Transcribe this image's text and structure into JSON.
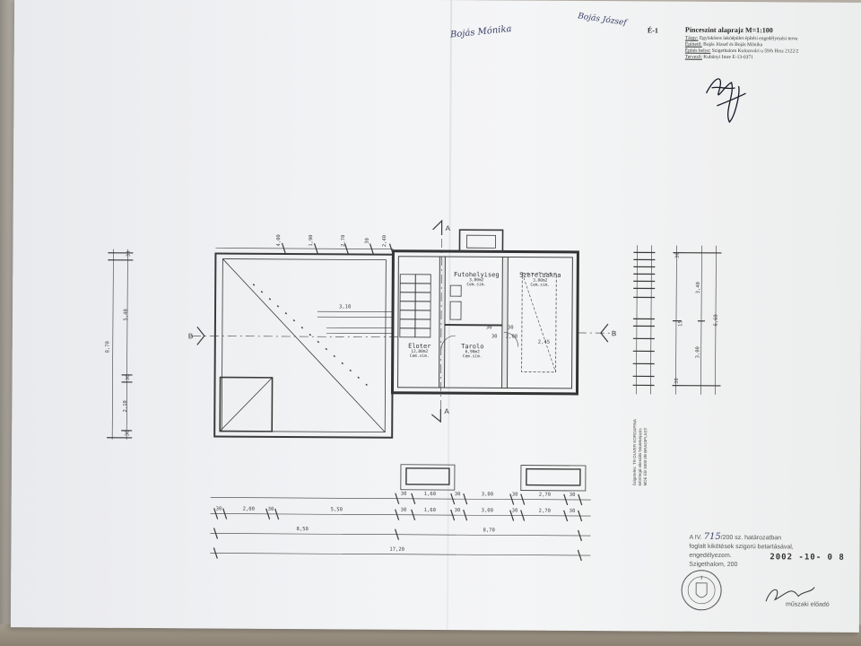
{
  "sheet": {
    "code": "É-1",
    "title": "Pinceszint alaprajz M=1:100",
    "lines": [
      {
        "label": "Tárgy:",
        "text": "Egylakásos lakóépület építési engedélyezési terve"
      },
      {
        "label": "Építtető:",
        "text": "Bojás József és Bojás Mónika"
      },
      {
        "label": "Építés helye:",
        "text": "Szigethalom Kolozsvári u 59/b Hrsz 2122/2"
      },
      {
        "label": "Tervező:",
        "text": "Kubányi Imre E-13-0371"
      }
    ]
  },
  "handwriting": {
    "owner_name": "Bojás Mónika",
    "top_signature": "Bojás József"
  },
  "rooms": [
    {
      "name": "Futohelyiseg",
      "area": "3,00m2",
      "floor": "Cem.sim."
    },
    {
      "name": "Szereloakna",
      "area": "3,00m2",
      "floor": "Cem.sim."
    },
    {
      "name": "Eloter",
      "area": "12,80m2",
      "floor": "Cem.sim."
    },
    {
      "name": "Tarolo",
      "area": "6,90m2",
      "floor": "Cem.sim."
    }
  ],
  "sections": {
    "a_top": "A",
    "a_bottom": "A",
    "b_left": "B",
    "b_right": "B"
  },
  "dims_top": [
    "4,00",
    "1,90",
    "2,70",
    "30",
    "2,40"
  ],
  "dims_inner": [
    "3,10",
    "2,45",
    "30",
    "30",
    "2,00",
    "30"
  ],
  "dims_bottom_row1": [
    "30",
    "1,60",
    "30",
    "3,00",
    "30",
    "2,70",
    "30"
  ],
  "dims_bottom_row2": [
    "30",
    "2,00",
    "30",
    "5,50",
    "30",
    "1,60",
    "30",
    "3,00",
    "30",
    "2,70",
    "30"
  ],
  "dims_bottom_row3": [
    "8,50",
    "8,70"
  ],
  "dims_bottom_total": "17,20",
  "dims_left": [
    "30",
    "5,40",
    "30",
    "2,10",
    "30",
    "8,70"
  ],
  "dims_right": [
    "30",
    "3,40",
    "15",
    "3,00",
    "30",
    "6,60"
  ],
  "vertical_note": [
    "Szigetelés: TR-DUVER KORDAPINA",
    "kétrétegű ellenálló felületképzés",
    "MDE EB 3000 I/B BRAGIPLAST"
  ],
  "approval": {
    "line1_prefix": "A IV.",
    "line1_handwritten": "715",
    "line1_suffix": "/200 sz. határozatban",
    "line2": "foglalt kikötések szigorú betartásával,",
    "line3": "engedélyezem.",
    "place_date": "Szigethalom, 200",
    "stamp_date": "2002 -10- 0 8",
    "officer_label": "műszaki előadó"
  }
}
